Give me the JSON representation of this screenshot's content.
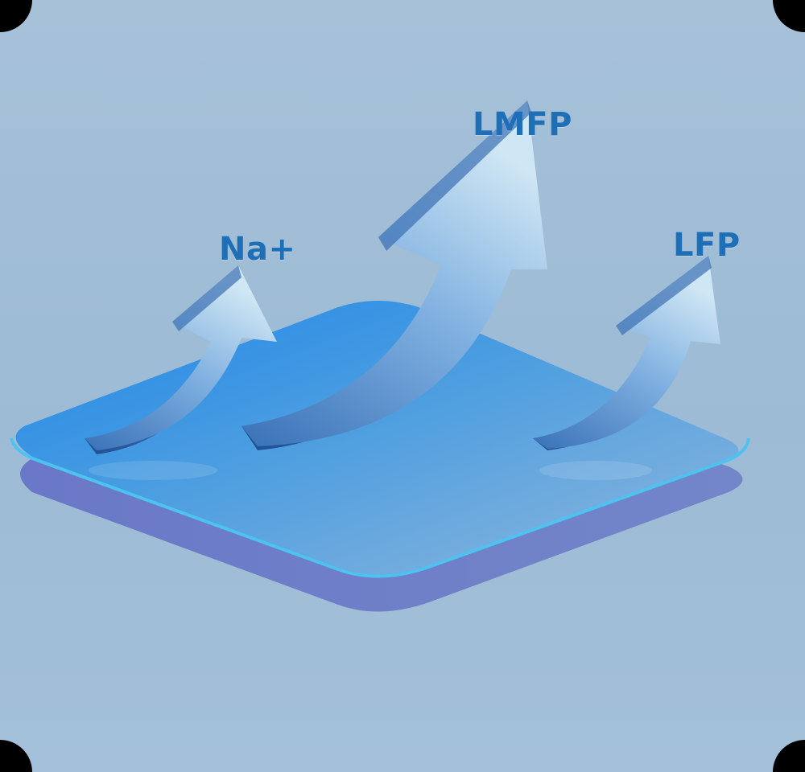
{
  "labels": {
    "na": "Na+",
    "lmfp": "LMFP",
    "lfp": "LFP"
  },
  "colors": {
    "background": "#9fbdd6",
    "platform_top": "#3f97e2",
    "platform_shadow": "#6e7fc4",
    "platform_edge": "#4cc3f0",
    "arrow_light": "#b9d9ef",
    "arrow_dark": "#2d63a8",
    "label_text": "#1f6fb7"
  },
  "icons": {
    "arrow_na": "curved-up-arrow",
    "arrow_lmfp": "curved-up-arrow",
    "arrow_lfp": "curved-up-arrow",
    "platform": "rounded-platform"
  }
}
